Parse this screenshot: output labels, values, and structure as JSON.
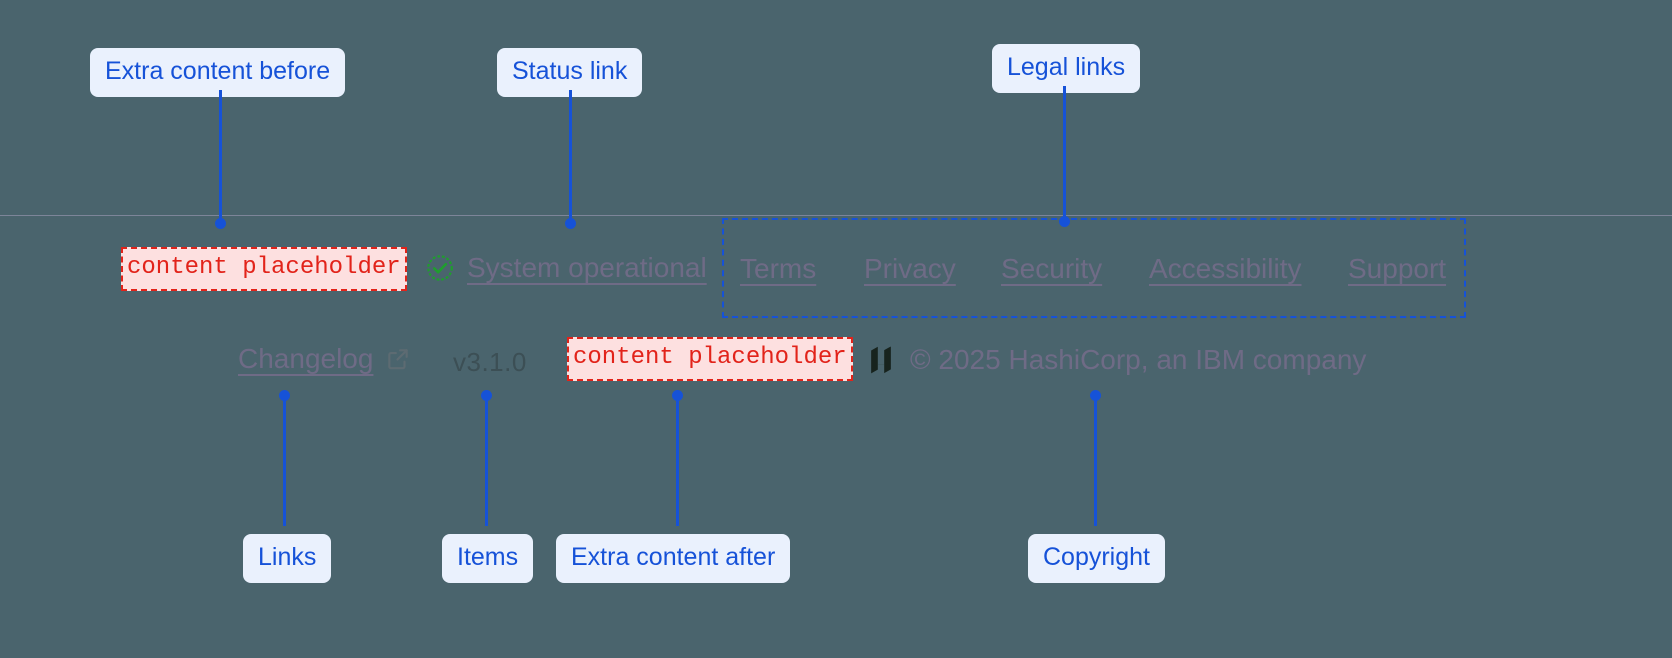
{
  "page": {
    "background_color": "#4a646d",
    "accent_color": "#1652d8",
    "callout_bg": "#eaf1fd",
    "link_color": "#6f6b86",
    "placeholder_color": "#e2231a",
    "placeholder_bg": "#fde0e0",
    "status_ok_color": "#1f9e2e"
  },
  "callouts": {
    "extra_before": "Extra content before",
    "status_link": "Status link",
    "legal_links": "Legal links",
    "links": "Links",
    "items": "Items",
    "extra_after": "Extra content after",
    "copyright": "Copyright"
  },
  "footer": {
    "extra_before_slot": "content placeholder",
    "extra_after_slot": "content placeholder",
    "status": {
      "icon": "check-circle-icon",
      "label": "System operational"
    },
    "legal_links": [
      {
        "label": "Terms"
      },
      {
        "label": "Privacy"
      },
      {
        "label": "Security"
      },
      {
        "label": "Accessibility"
      },
      {
        "label": "Support"
      }
    ],
    "changelog": {
      "label": "Changelog",
      "icon": "external-link-icon"
    },
    "version": "v3.1.0",
    "brand": {
      "logo": "hashicorp-logo",
      "copyright": "© 2025 HashiCorp, an IBM company"
    }
  }
}
